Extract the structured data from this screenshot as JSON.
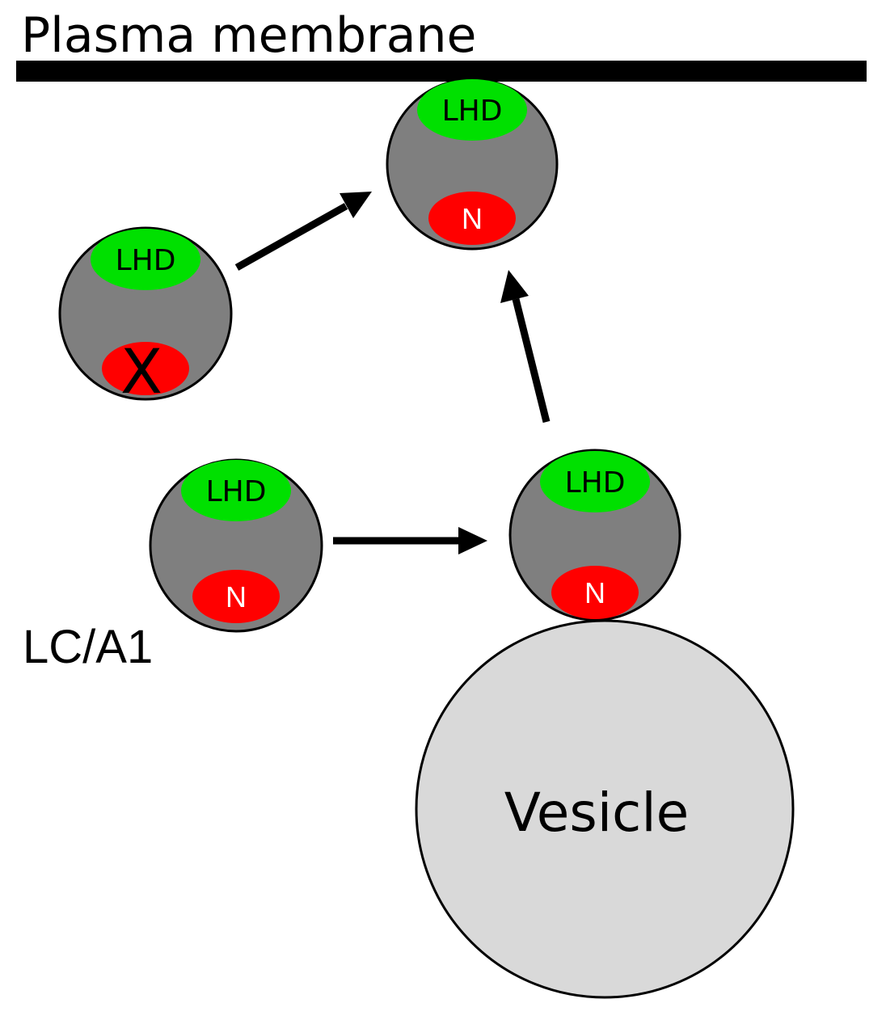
{
  "membrane": {
    "label": "Plasma membrane"
  },
  "domains": {
    "lhd": "LHD",
    "n": "N",
    "blocked_mark": "X"
  },
  "free_label": "LC/A1",
  "vesicle": {
    "label": "Vesicle"
  },
  "colors": {
    "body": "#7f7f7f",
    "lhd": "#00e000",
    "n": "#ff0000",
    "vesicle": "#d9d9d9",
    "outline": "#000000",
    "membrane": "#000000"
  }
}
